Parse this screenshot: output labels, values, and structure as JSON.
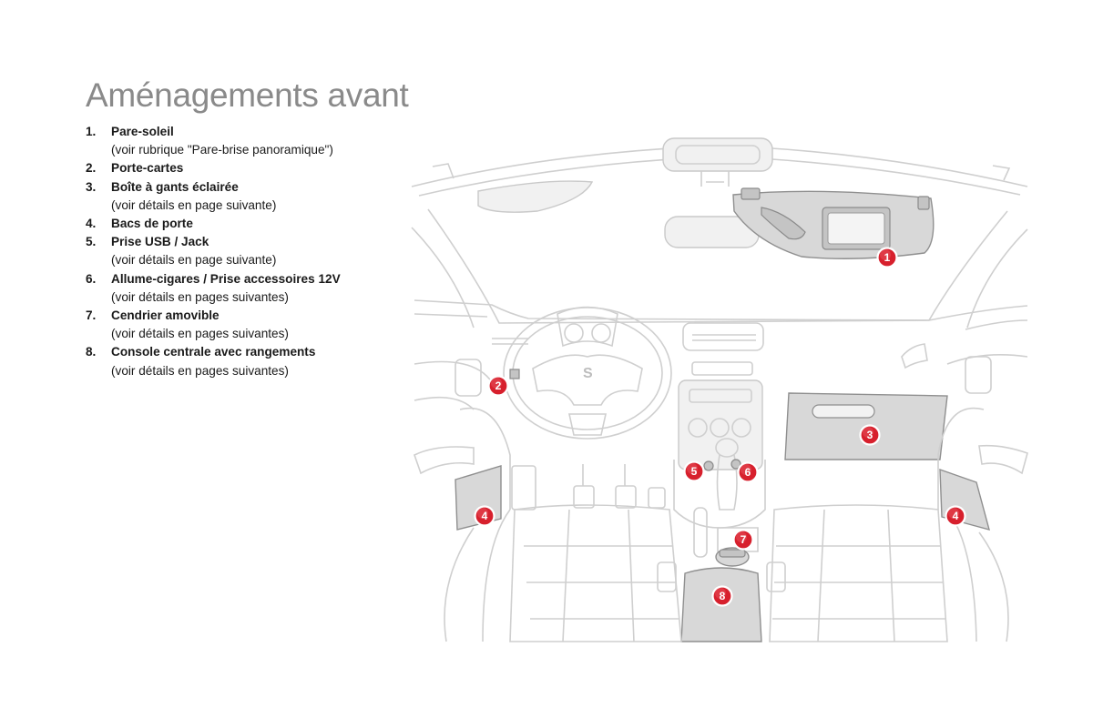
{
  "page": {
    "title": "Aménagements avant"
  },
  "legend": [
    {
      "num": "1.",
      "label": "Pare-soleil",
      "detail": "(voir rubrique \"Pare-brise panoramique\")"
    },
    {
      "num": "2.",
      "label": "Porte-cartes",
      "detail": ""
    },
    {
      "num": "3.",
      "label": "Boîte à gants éclairée",
      "detail": "(voir détails en page suivante)"
    },
    {
      "num": "4.",
      "label": "Bacs de porte",
      "detail": ""
    },
    {
      "num": "5.",
      "label": "Prise USB / Jack",
      "detail": "(voir détails en page suivante)"
    },
    {
      "num": "6.",
      "label": "Allume-cigares / Prise accessoires 12V",
      "detail": "(voir détails en pages suivantes)"
    },
    {
      "num": "7.",
      "label": "Cendrier amovible",
      "detail": "(voir détails en pages suivantes)"
    },
    {
      "num": "8.",
      "label": "Console centrale avec rangements",
      "detail": "(voir détails en pages suivantes)"
    }
  ],
  "callouts": [
    "1",
    "2",
    "3",
    "4",
    "4",
    "5",
    "6",
    "7",
    "8"
  ],
  "colors": {
    "callout": "#d7202d",
    "title": "#8a8a8a",
    "line": "#cfcfcf",
    "highlight": "#d8d8d8"
  }
}
